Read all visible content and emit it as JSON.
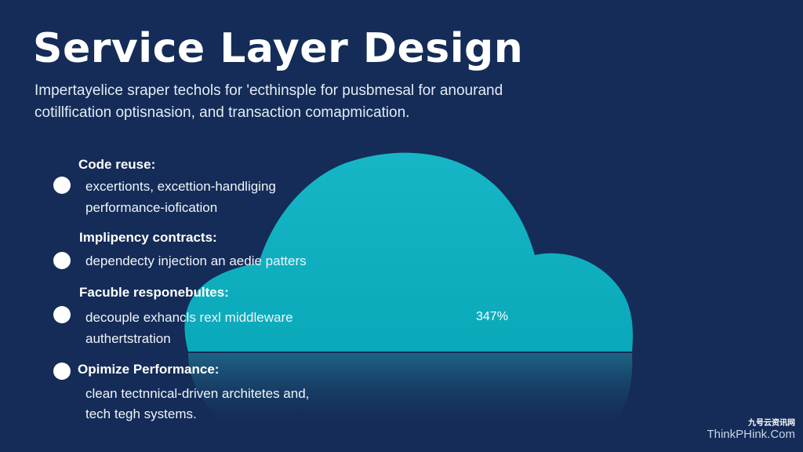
{
  "slide": {
    "title": "Service Layer Design",
    "subtitle": "Impertayelice sraper techols for 'ecthinsple for pusbmesal for anourand cotillfication optisnasion, and transaction comapmication.",
    "items": [
      {
        "heading": "Code reuse:",
        "lines": [
          "excertionts, excettion-handliging",
          "performance-iofication"
        ]
      },
      {
        "heading": "Implipency contracts:",
        "lines": [
          "dependecty injection an aedie patters"
        ]
      },
      {
        "heading": "Facuble responebultes:",
        "lines": [
          "decouple exhancls rexl middleware",
          "authertstration"
        ]
      },
      {
        "heading": "Opimize Performance:",
        "lines": [
          "clean tectnnical-driven architetes and,",
          "tech tegh systems."
        ]
      }
    ],
    "stat": "347%"
  },
  "colors": {
    "background": "#142c57",
    "cloud": "#0fb0c0",
    "text": "#ffffff"
  },
  "watermark": {
    "top": "九号云资讯网",
    "bottom": "ThinkPHink.Com"
  }
}
